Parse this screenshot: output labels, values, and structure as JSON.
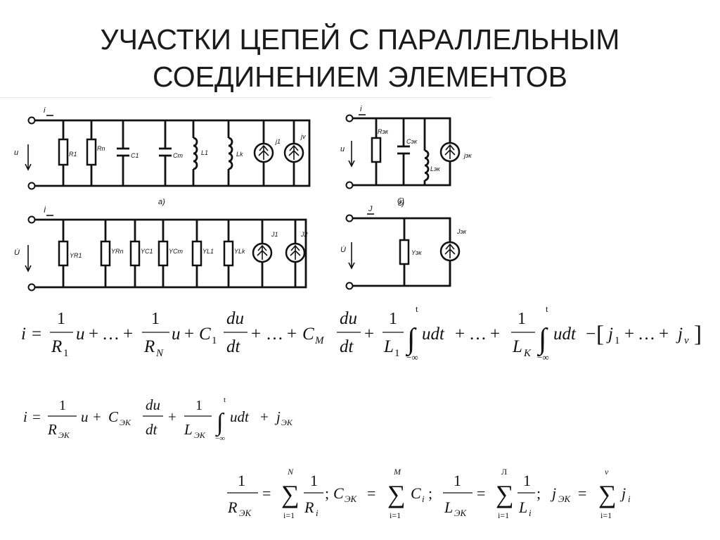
{
  "slide": {
    "title_line1": "УЧАСТКИ ЦЕПЕЙ С ПАРАЛЛЕЛЬНЫМ",
    "title_line2": "СОЕДИНЕНИЕМ ЭЛЕМЕНТОВ"
  },
  "circuits": {
    "a": {
      "caption": "а)",
      "current": "i",
      "voltage": "u",
      "elements": [
        "R1",
        "Rn",
        "C1",
        "Cm",
        "L1",
        "Lk",
        "j1",
        "jv"
      ]
    },
    "b": {
      "caption": "б)",
      "current": "i",
      "voltage": "u",
      "elements": [
        "Rэк",
        "Cэк",
        "Lэк",
        "jэк"
      ]
    },
    "c": {
      "caption": "",
      "current": "İ",
      "voltage": "U̇",
      "elements": [
        "YR1",
        "YRn",
        "YC1",
        "YCm",
        "YL1",
        "YLk",
        "J1",
        "J2"
      ]
    },
    "d": {
      "caption": "г)",
      "current": "J",
      "voltage": "U̇",
      "elements": [
        "Yэк",
        "Jэк"
      ]
    }
  },
  "formulas": {
    "f1": {
      "lhs": "i",
      "one": "1",
      "r1": "R",
      "r1_sub": "1",
      "rN": "R",
      "rN_sub": "N",
      "u": "u",
      "plus": "+",
      "dots": "…",
      "c1": "C",
      "c1_sub": "1",
      "cM": "C",
      "cM_sub": "M",
      "du": "du",
      "dt": "dt",
      "l1": "L",
      "l1_sub": "1",
      "lK": "L",
      "lK_sub": "K",
      "udt": "udt",
      "upper": "t",
      "lower": "−∞",
      "j1": "j",
      "j1_sub": "1",
      "jv": "j",
      "jv_sub": "ν"
    },
    "f2": {
      "lhs": "i",
      "one": "1",
      "r": "R",
      "r_sub": "ЭК",
      "u": "u",
      "c": "C",
      "c_sub": "ЭК",
      "du": "du",
      "dt": "dt",
      "l": "L",
      "l_sub": "ЭК",
      "udt": "udt",
      "upper": "t",
      "lower": "−∞",
      "j": "j",
      "j_sub": "ЭК"
    },
    "f3": {
      "one": "1",
      "r": "R",
      "r_sub": "ЭК",
      "sum_upper_n": "N",
      "sum_lower": "i=1",
      "ri": "R",
      "ri_sub": "i",
      "c": "C",
      "c_sub": "ЭК",
      "sum_upper_m": "M",
      "ci": "C",
      "ci_sub": "i",
      "l": "L",
      "l_sub": "ЭК",
      "sum_upper_l": "Л",
      "li": "L",
      "li_sub": "i",
      "j": "j",
      "j_sub": "ЭК",
      "sum_upper_v": "ν",
      "ji": "j",
      "ji_sub": "i"
    }
  }
}
